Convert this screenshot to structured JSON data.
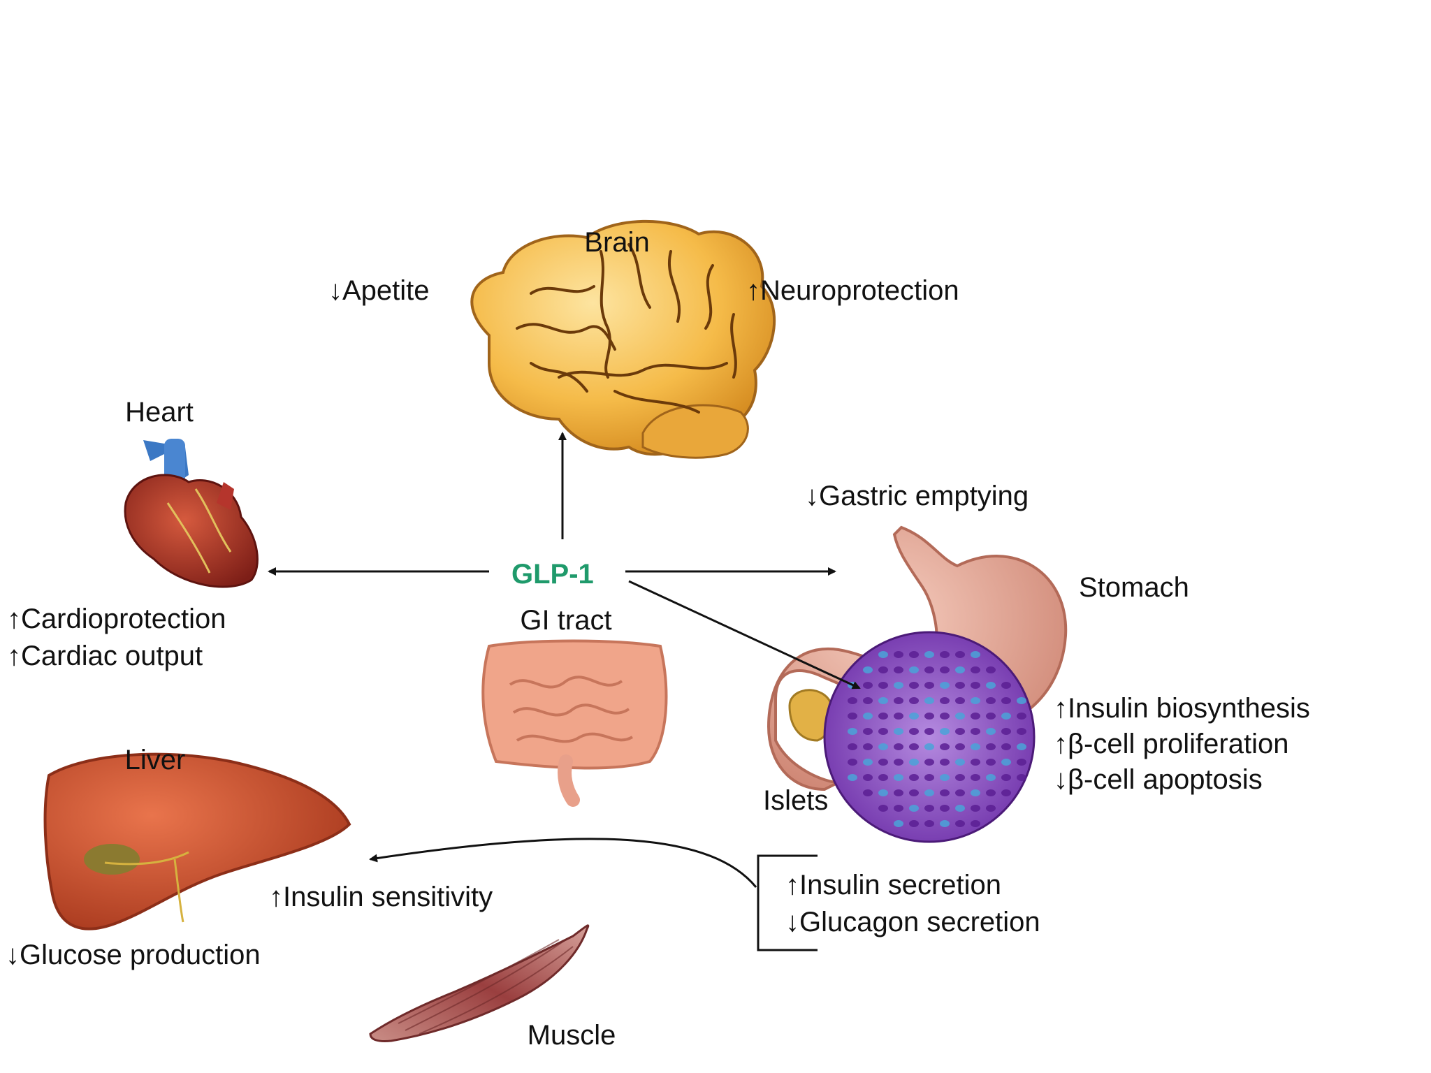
{
  "center": {
    "hormone": "GLP-1",
    "source": "GI tract"
  },
  "brain": {
    "name": "Brain",
    "effects": [
      "↓Apetite",
      "↑Neuroprotection"
    ]
  },
  "heart": {
    "name": "Heart",
    "effects": [
      "↑Cardioprotection",
      "↑Cardiac output"
    ]
  },
  "stomach": {
    "name": "Stomach",
    "effects": [
      "↓Gastric emptying"
    ]
  },
  "islets": {
    "name": "Islets",
    "effects": [
      "↑Insulin biosynthesis",
      "↑β-cell proliferation",
      "↓β-cell apoptosis"
    ],
    "secretion": [
      "↑Insulin secretion",
      "↓Glucagon secretion"
    ]
  },
  "liver": {
    "name": "Liver",
    "effects": [
      "↓Glucose production"
    ]
  },
  "muscle": {
    "name": "Muscle"
  },
  "shared_effect": "↑Insulin sensitivity",
  "colors": {
    "glp1": "#1f9a6b",
    "brain": "#f2b540",
    "heart": "#b5352c",
    "stomach": "#e4a594",
    "islets": "#8d4fc4",
    "liver": "#c8502e",
    "muscle": "#9a3f3f",
    "intestine": "#f0a58a"
  },
  "icons": [
    "brain-illustration",
    "heart-illustration",
    "stomach-illustration",
    "islets-illustration",
    "intestine-illustration",
    "liver-illustration",
    "muscle-illustration"
  ]
}
